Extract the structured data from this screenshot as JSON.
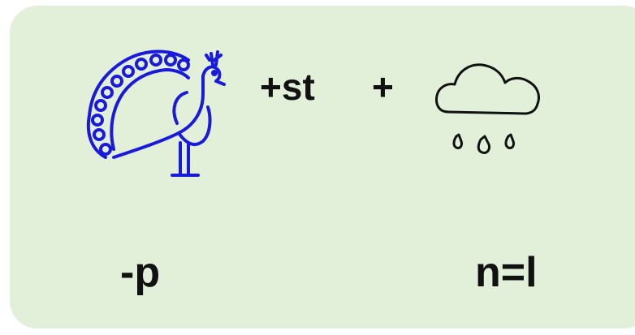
{
  "icons": {
    "peacock": "peacock-icon",
    "rain_cloud": "rain-cloud-icon"
  },
  "colors": {
    "background_panel": "#e2efd9",
    "peacock_stroke": "#1a1adb",
    "cloud_stroke": "#111111"
  },
  "rebus": {
    "st_plus": "+st",
    "plus": "+",
    "remove_p": "-p",
    "n_equals_l": "n=l"
  }
}
